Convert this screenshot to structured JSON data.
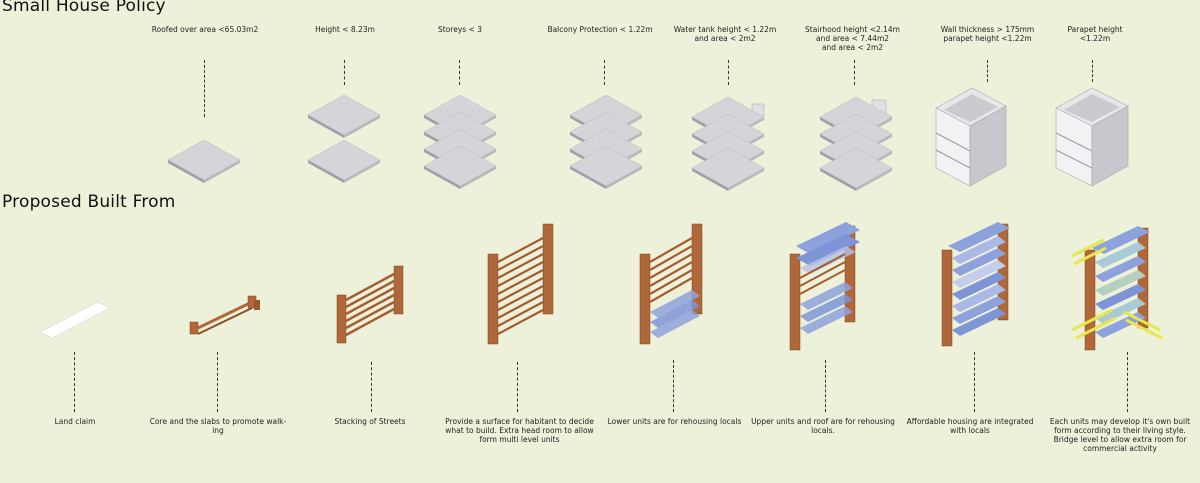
{
  "titles": {
    "policy": "Small House Policy",
    "proposed": "Proposed Built From"
  },
  "policy_steps": [
    "Roofed over area <65.03m2",
    "Height < 8.23m",
    "Storeys < 3",
    "Balcony Protection < 1.22m",
    "Water tank height < 1.22m\nand area < 2m2",
    "Stairhood height <2.14m\nand area < 7.44m2\nand area < 2m2",
    "Wall thickness > 175mm\nparapet height <1.22m",
    "Parapet height\n<1.22m"
  ],
  "proposed_steps": [
    "Land claim",
    "Core and the slabs to promote walk-\ning",
    "Stacking of Streets",
    "Provide a surface for habitant to decide\nwhat to build. Extra head room to allow\nform multi level units",
    "Lower units are for rehousing locals",
    "Upper units and roof are for rehousing\nlocals.",
    "Affordable housing are integrated\nwith locals",
    "Each units may develop it's own built\nform according to their living style.\nBridge level to allow extra room for\ncommercial activity"
  ],
  "colors": {
    "background": "#eef1d9",
    "slab": "#d2d4d8",
    "slab_side": "#9c9fa6",
    "timber": "#b0683a",
    "timber_dark": "#7d4423",
    "unit_blue": "#7d95d6",
    "accent_yellow": "#e8e84a"
  }
}
